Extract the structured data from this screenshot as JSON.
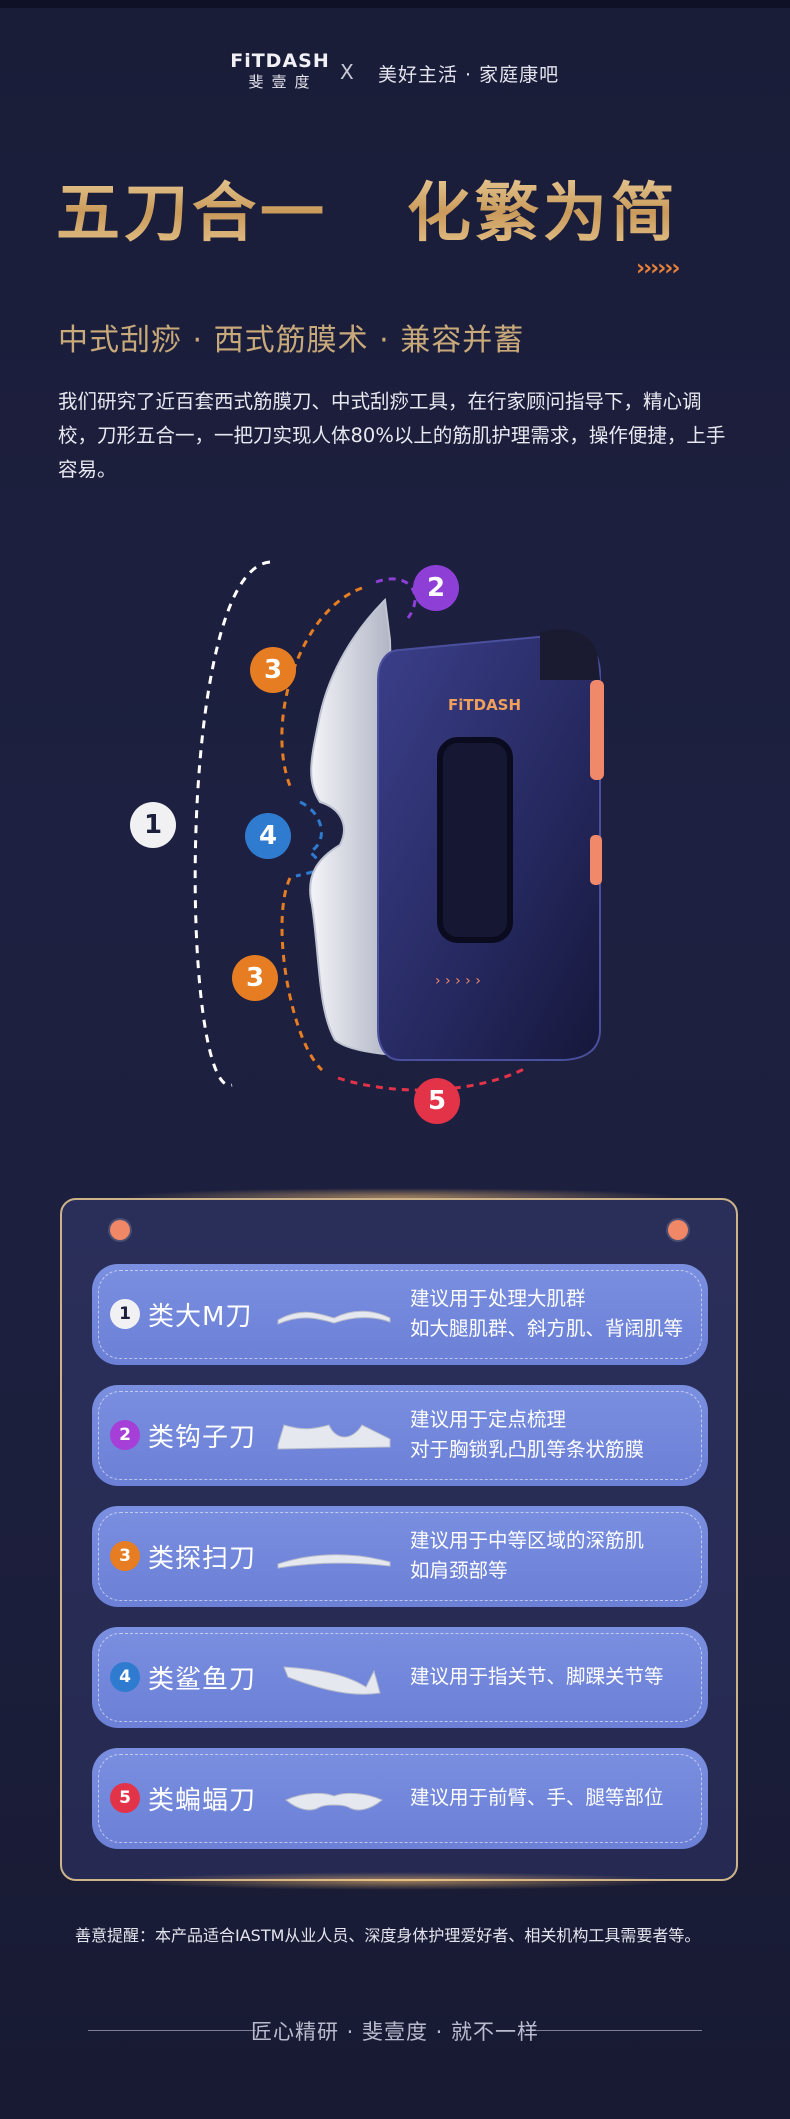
{
  "header": {
    "brand_en": "FiTDASH",
    "brand_cn": "斐壹度",
    "separator": "X",
    "partner": "美好主活 · 家庭康吧"
  },
  "hero": {
    "title": "五刀合一   化繁为简",
    "chevrons": "››››››",
    "subtitle": "中式刮痧 · 西式筋膜术 · 兼容并蓄",
    "intro": "我们研究了近百套西式筋膜刀、中式刮痧工具，在行家顾问指导下，精心调校，刀形五合一，一把刀实现人体80%以上的筋肌护理需求，操作便捷，上手容易。"
  },
  "diagram": {
    "device_logo": "FiTDASH",
    "badges": [
      "1",
      "2",
      "3",
      "4",
      "3",
      "5"
    ]
  },
  "blades": [
    {
      "num": "1",
      "name": "类大M刀",
      "desc": [
        "建议用于处理大肌群",
        "如大腿肌群、斜方肌、背阔肌等"
      ],
      "color": "#f1f1f4"
    },
    {
      "num": "2",
      "name": "类钩子刀",
      "desc": [
        "建议用于定点梳理",
        "对于胸锁乳凸肌等条状筋膜"
      ],
      "color": "#a63ed8"
    },
    {
      "num": "3",
      "name": "类探扫刀",
      "desc": [
        "建议用于中等区域的深筋肌",
        "如肩颈部等"
      ],
      "color": "#e67d22"
    },
    {
      "num": "4",
      "name": "类鲨鱼刀",
      "desc": [
        "建议用于指关节、脚踝关节等"
      ],
      "color": "#2f7bd0"
    },
    {
      "num": "5",
      "name": "类蝙蝠刀",
      "desc": [
        "建议用于前臂、手、腿等部位"
      ],
      "color": "#e23349"
    }
  ],
  "note": "善意提醒：本产品适合IASTM从业人员、深度身体护理爱好者、相关机构工具需要者等。",
  "footer": "匠心精研 · 斐壹度 · 就不一样"
}
